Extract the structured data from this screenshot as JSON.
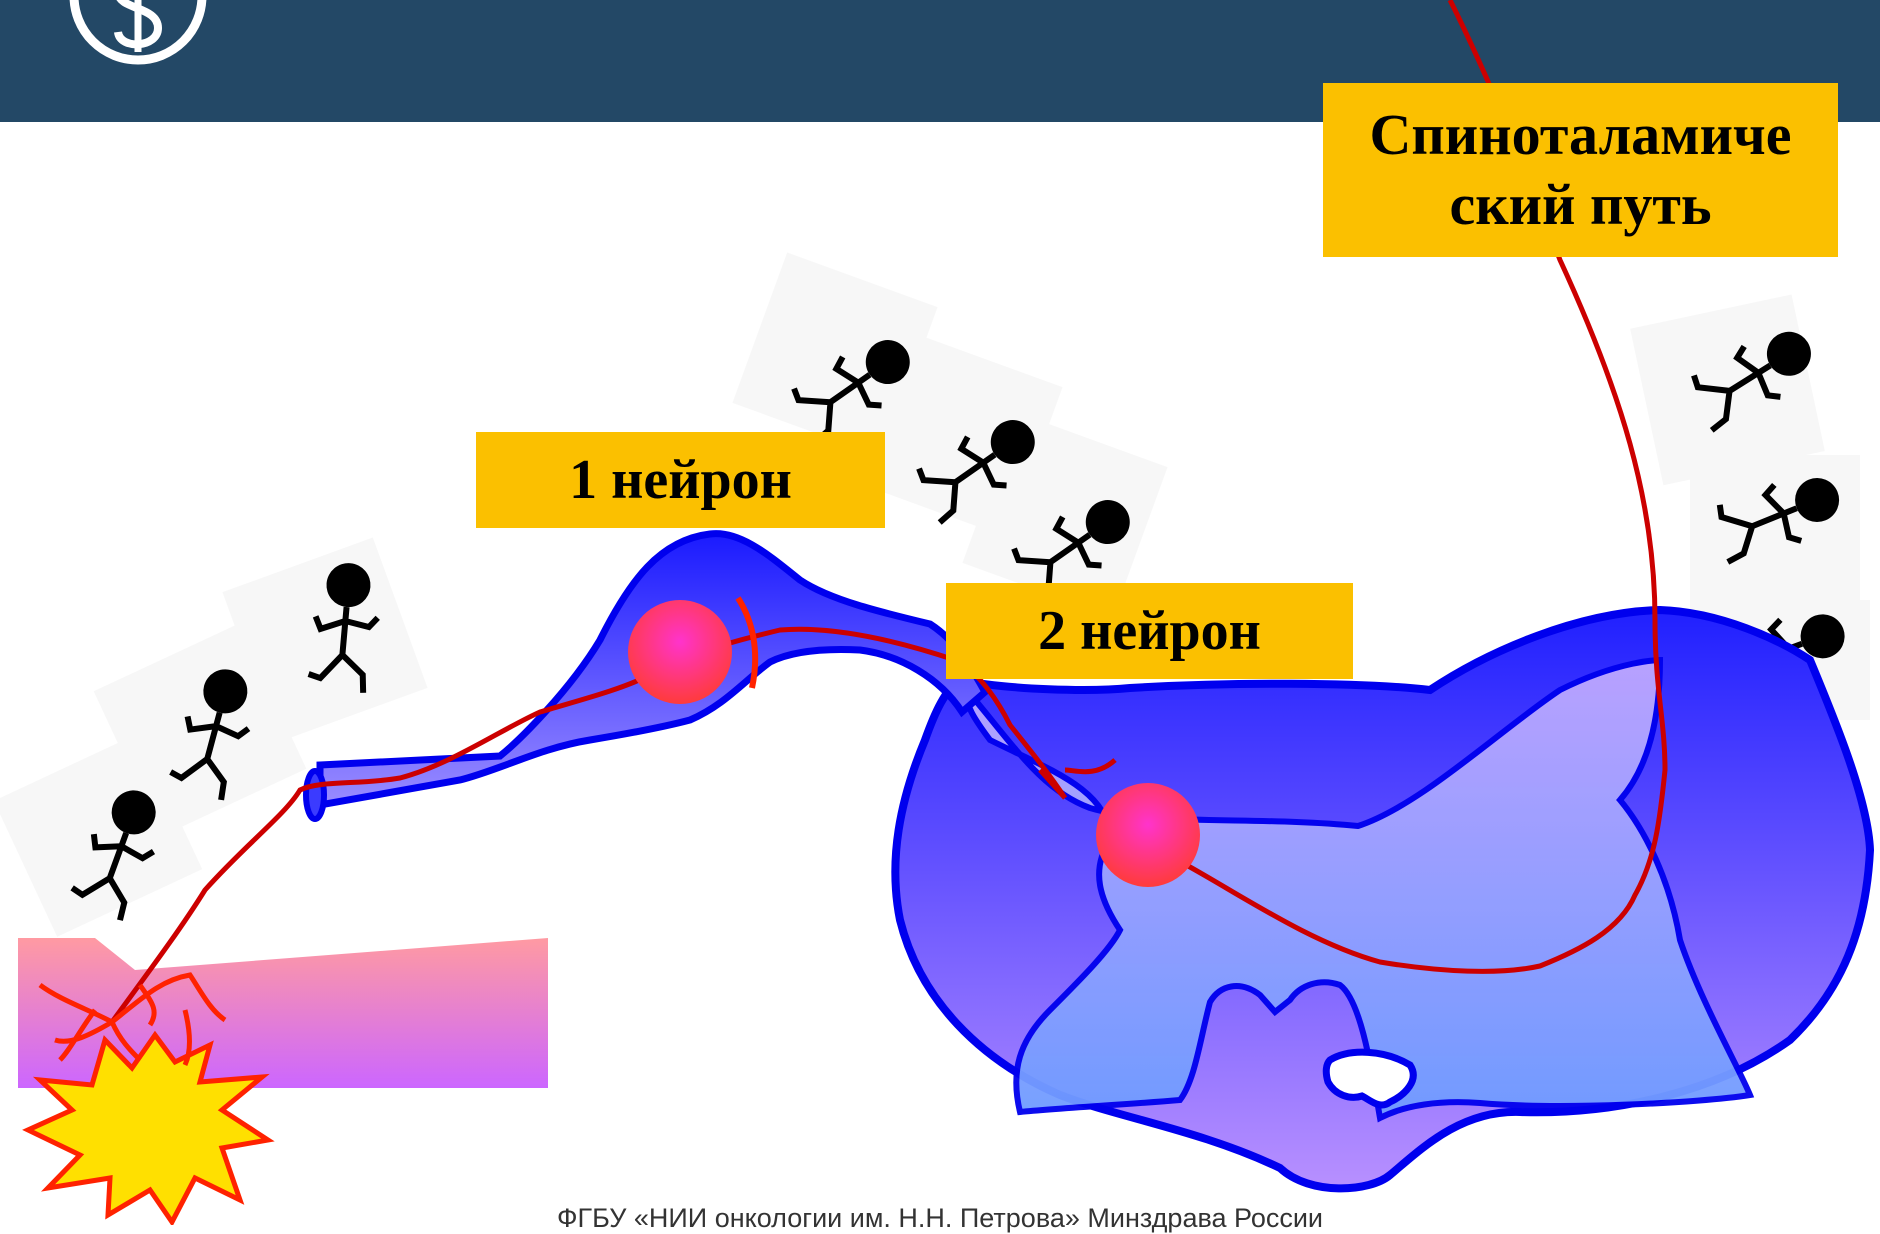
{
  "labels": {
    "neuron1": "1 нейрон",
    "neuron2": "2 нейрон",
    "tract": "Спиноталамиче ский путь"
  },
  "footer": "ФГБУ «НИИ онкологии им. Н.Н. Петрова» Минздрава России",
  "colors": {
    "header": "#234866",
    "label_bg": "#fbc000",
    "nerve_fill": "#2222ee",
    "grey_matter": "#a8b4ff",
    "pathway": "#cc0000",
    "neuron_body": "#ff2a66",
    "skin_top": "#ff9aa2",
    "skin_bottom": "#cc66ff",
    "burst": "#ffdd00"
  },
  "icons": [
    "medical-logo-icon",
    "stick-figure-runner-icon",
    "pain-burst-icon"
  ]
}
